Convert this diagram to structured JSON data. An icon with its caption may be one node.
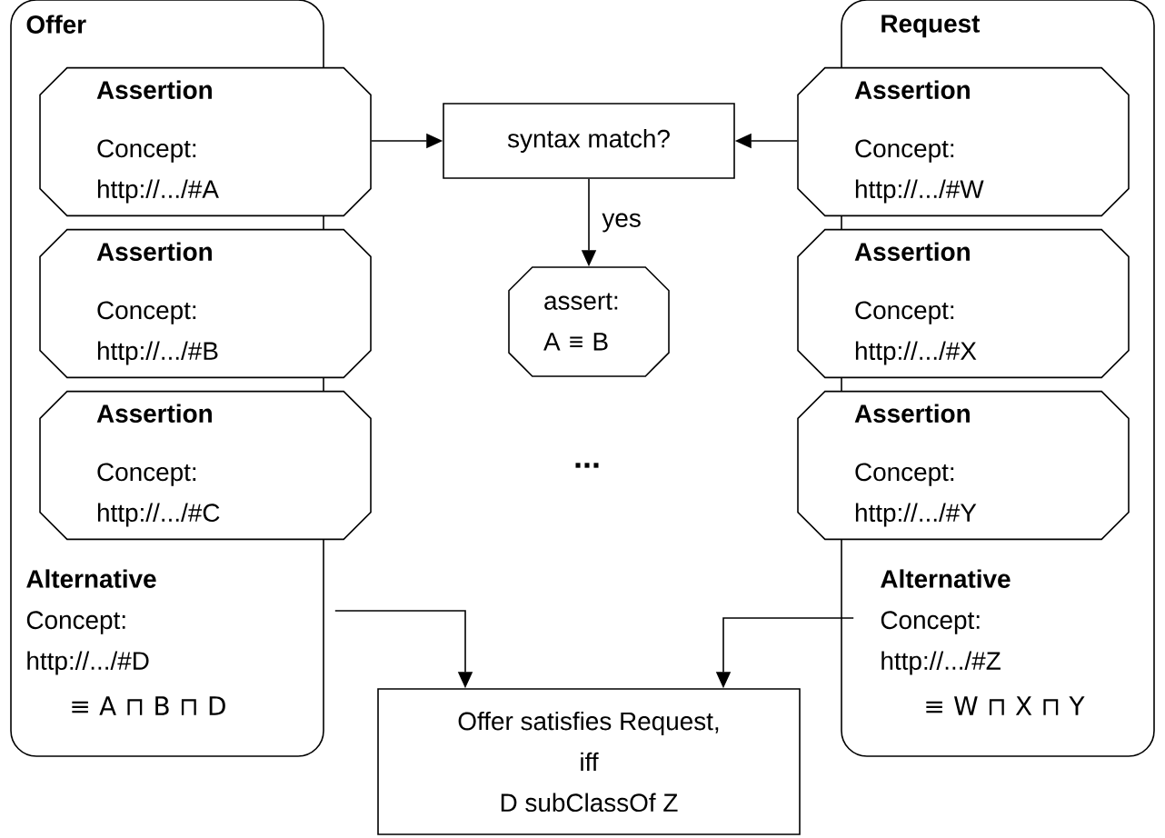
{
  "diagram": {
    "nodes": [
      {
        "text": [
          "Offer",
          "Alternative",
          "Concept: http://.../#D",
          "≡ A ⊓ B ⊓ D"
        ]
      },
      {
        "text": [
          "Assertion",
          "Concept: http://.../#A"
        ]
      },
      {
        "text": [
          "Assertion",
          "Concept: http://.../#B"
        ]
      },
      {
        "text": [
          "Assertion",
          "Concept: http://.../#C"
        ]
      },
      {
        "text": [
          "syntax match?"
        ]
      },
      {
        "text": [
          "assert: A ≡ B"
        ]
      },
      {
        "text": [
          "Request",
          "Alternative",
          "Concept: http://.../#Z",
          "≡ W ⊓ X ⊓ Y"
        ]
      },
      {
        "text": [
          "Assertion",
          "Concept: http://.../#W"
        ]
      },
      {
        "text": [
          "Assertion",
          "Concept: http://.../#X"
        ]
      },
      {
        "text": [
          "Assertion",
          "Concept: http://.../#Y"
        ]
      },
      {
        "text": [
          "Offer satisfies Request,",
          "iff",
          "D subClassOf Z"
        ]
      }
    ],
    "edges": [
      {
        "from": 1,
        "to": 4,
        "arrow": "to"
      },
      {
        "from": 7,
        "to": 4,
        "arrow": "to"
      },
      {
        "from": 4,
        "to": 5,
        "arrow": "to",
        "label": "yes"
      },
      {
        "from": 0,
        "to": 10,
        "arrow": "to"
      },
      {
        "from": 6,
        "to": 10,
        "arrow": "to"
      }
    ],
    "labels": [
      "..."
    ]
  }
}
